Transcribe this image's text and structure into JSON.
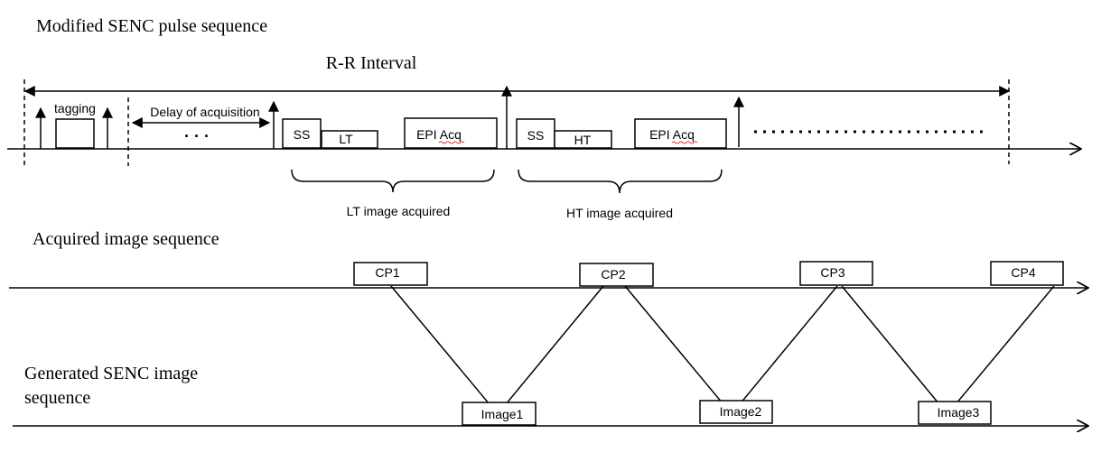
{
  "sections": {
    "pulse_title": "Modified SENC pulse sequence",
    "acquired_title": "Acquired image sequence",
    "generated_title_line1": "Generated SENC image",
    "generated_title_line2": "sequence"
  },
  "pulse": {
    "rr_interval": "R-R Interval",
    "tagging": "tagging",
    "delay": "Delay of acquisition",
    "delay_dots": "· · ·",
    "blocks": {
      "ss1": "SS",
      "lt": "LT",
      "epi1": "EPI Acq",
      "ss2": "SS",
      "ht": "HT",
      "epi2": "EPI Acq"
    },
    "lt_acquired": "LT image acquired",
    "ht_acquired": "HT image acquired"
  },
  "acquired": {
    "cps": [
      "CP1",
      "CP2",
      "CP3",
      "CP4"
    ]
  },
  "generated": {
    "images": [
      "Image1",
      "Image2",
      "Image3"
    ]
  }
}
